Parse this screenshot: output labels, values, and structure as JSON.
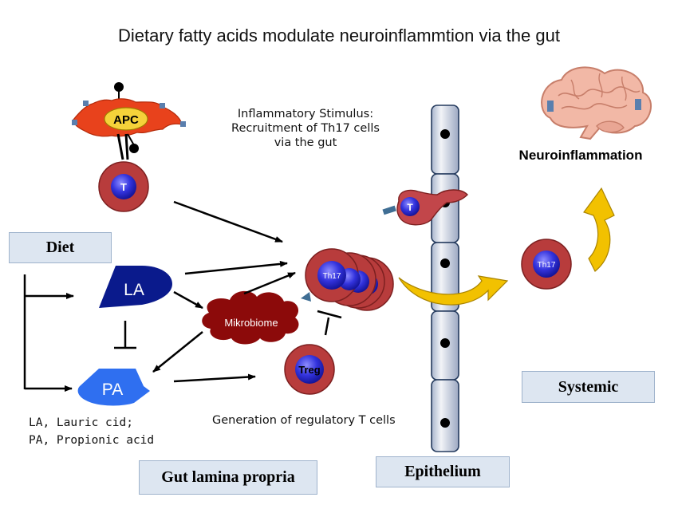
{
  "title": "Dietary fatty acids modulate neuroinflammtion via the  gut",
  "stimulus_text": [
    "Inflammatory Stimulus:",
    "Recruitment of Th17 cells",
    "via the gut"
  ],
  "neuro_label": "Neuroinflammation",
  "boxes": {
    "diet": "Diet",
    "systemic": "Systemic",
    "gut": "Gut lamina propria",
    "epithelium": "Epithelium"
  },
  "shapes": {
    "apc": "APC",
    "t_cell": "T",
    "t_cell_epithelium": "T",
    "la": "LA",
    "pa": "PA",
    "microbiome": "Mikrobiome",
    "th17_cluster": "Th17",
    "treg": "Treg",
    "th17_systemic": "Th17"
  },
  "abbreviations": [
    "LA, Lauric cid;",
    "PA, Propionic acid"
  ],
  "generation_text": "Generation of regulatory T cells",
  "colors": {
    "apc_fill": "#e8421c",
    "apc_label_fill": "#f5d23a",
    "cell_ring": "#b83c3c",
    "cell_core": "#2222cc",
    "fatty_acid_la": "#0a1a8c",
    "fatty_acid_pa": "#2f6ff0",
    "microbiome": "#8c0a0a",
    "epithelium_cell": "#d7dde9",
    "bent_arrow": "#f2c100"
  }
}
